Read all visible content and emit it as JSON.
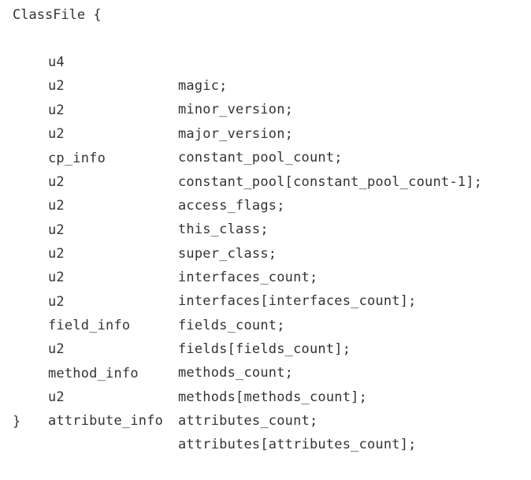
{
  "code": {
    "open": "ClassFile {",
    "close": "}",
    "fields": [
      {
        "type": "u4",
        "name": "magic;"
      },
      {
        "type": "u2",
        "name": "minor_version;"
      },
      {
        "type": "u2",
        "name": "major_version;"
      },
      {
        "type": "u2",
        "name": "constant_pool_count;"
      },
      {
        "type": "cp_info",
        "name": "constant_pool[constant_pool_count-1];"
      },
      {
        "type": "u2",
        "name": "access_flags;"
      },
      {
        "type": "u2",
        "name": "this_class;"
      },
      {
        "type": "u2",
        "name": "super_class;"
      },
      {
        "type": "u2",
        "name": "interfaces_count;"
      },
      {
        "type": "u2",
        "name": "interfaces[interfaces_count];"
      },
      {
        "type": "u2",
        "name": "fields_count;"
      },
      {
        "type": "field_info",
        "name": "fields[fields_count];"
      },
      {
        "type": "u2",
        "name": "methods_count;"
      },
      {
        "type": "method_info",
        "name": "methods[methods_count];"
      },
      {
        "type": "u2",
        "name": "attributes_count;"
      },
      {
        "type": "attribute_info",
        "name": "attributes[attributes_count];"
      }
    ]
  }
}
